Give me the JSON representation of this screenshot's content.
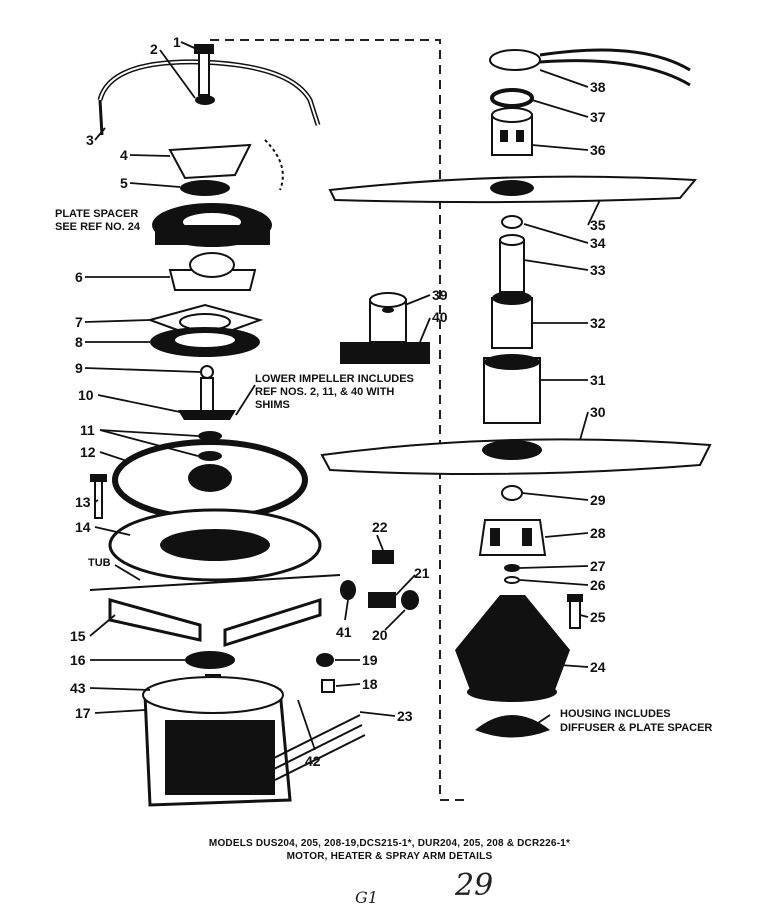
{
  "callouts": {
    "c1": "1",
    "c2": "2",
    "c3": "3",
    "c4": "4",
    "c5": "5",
    "c6": "6",
    "c7": "7",
    "c8": "8",
    "c9": "9",
    "c10": "10",
    "c11": "11",
    "c12": "12",
    "c13": "13",
    "c14": "14",
    "c15": "15",
    "c16": "16",
    "c17": "17",
    "c18": "18",
    "c19": "19",
    "c20": "20",
    "c21": "21",
    "c22": "22",
    "c23": "23",
    "c24": "24",
    "c25": "25",
    "c26": "26",
    "c27": "27",
    "c28": "28",
    "c29": "29",
    "c30": "30",
    "c31": "31",
    "c32": "32",
    "c33": "33",
    "c34": "34",
    "c35": "35",
    "c36": "36",
    "c37": "37",
    "c38": "38",
    "c39": "39",
    "c40": "40",
    "c41": "41",
    "c42": "42",
    "c43": "43"
  },
  "notes": {
    "plate_spacer_1": "PLATE SPACER",
    "plate_spacer_2": "SEE REF NO. 24",
    "impeller_1": "LOWER IMPELLER INCLUDES",
    "impeller_2": "REF NOS. 2, 11, & 40 WITH",
    "impeller_3": "SHIMS",
    "tub": "TUB",
    "housing_1": "HOUSING INCLUDES",
    "housing_2": "DIFFUSER & PLATE SPACER"
  },
  "caption": {
    "line1": "MODELS DUS204, 205, 208-19,DCS215-1*, DUR204, 205, 208 & DCR226-1*",
    "line2": "MOTOR, HEATER & SPRAY ARM DETAILS"
  },
  "handwriting": {
    "page_code": "G1",
    "page_number": "29"
  }
}
